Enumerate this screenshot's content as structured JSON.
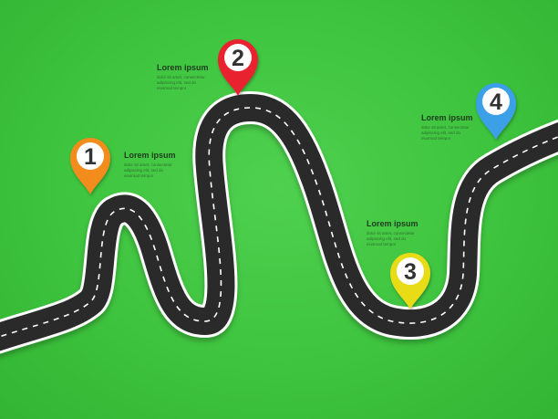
{
  "milestones": [
    {
      "number": "1",
      "title": "Lorem ipsum",
      "body": "dolor sit amet, consectetur adipiscing elit, sed do eiusmod tempor",
      "color": "#f28c1e"
    },
    {
      "number": "2",
      "title": "Lorem ipsum",
      "body": "dolor sit amet, consectetur adipiscing elit, sed do eiusmod tempor",
      "color": "#e8232e"
    },
    {
      "number": "3",
      "title": "Lorem ipsum",
      "body": "dolor sit amet, consectetur adipiscing elit, sed do eiusmod tempor",
      "color": "#e8dc16"
    },
    {
      "number": "4",
      "title": "Lorem ipsum",
      "body": "dolor sit amet, consectetur adipiscing elit, sed do eiusmod tempor",
      "color": "#3aa0e8"
    }
  ],
  "colors": {
    "background": "#3ec43e",
    "road": "#2b2b2b",
    "road_edge": "#ffffff",
    "lane_marking": "#ffffff"
  }
}
